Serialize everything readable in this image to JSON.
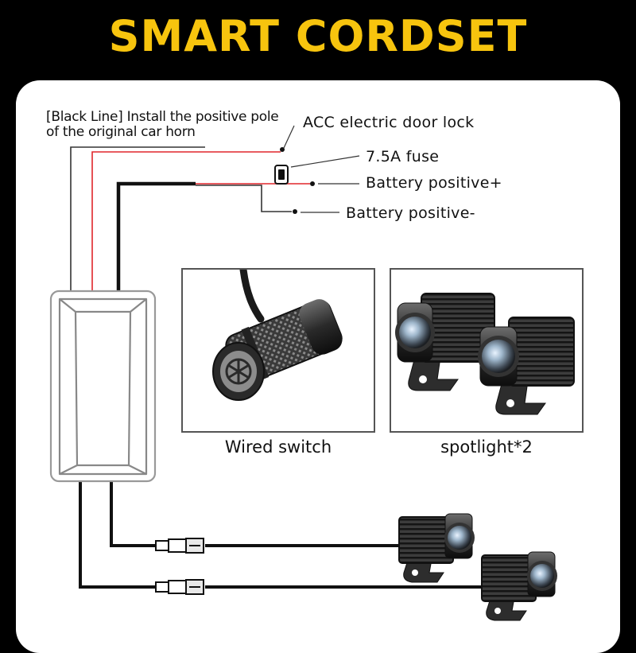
{
  "title": "SMART CORDSET",
  "note": {
    "line1": "[Black Line] Install the positive pole",
    "line2": "of the original car horn"
  },
  "labels": {
    "acc": "ACC electric door lock",
    "fuse": "7.5A fuse",
    "battery_pos": "Battery positive+",
    "battery_neg": "Battery positive-"
  },
  "captions": {
    "switch": "Wired switch",
    "spotlight": "spotlight*2"
  },
  "colors": {
    "title": "#f7c40e",
    "background": "#000000",
    "panel": "#ffffff",
    "wire_red": "#e0262b",
    "wire_black": "#111111"
  }
}
